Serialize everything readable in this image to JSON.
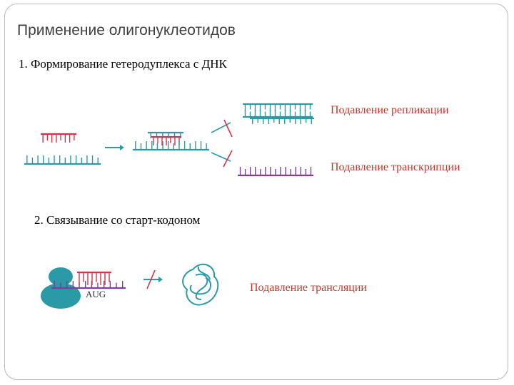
{
  "slide": {
    "title": "Применение олигонуклеотидов",
    "items": [
      "1.  Формирование гетеродуплекса с ДНК",
      "2.  Связывание со старт-кодоном"
    ]
  },
  "labels": {
    "replication": "Подавление репликации",
    "transcription": "Подавление транскрипции",
    "translation": "Подавление трансляции",
    "codon": "AUG"
  },
  "colors": {
    "dna": "#2a9aa6",
    "oligo": "#d6334a",
    "rna": "#7b3fa0",
    "ribosome": "#2a9aa6",
    "inhibit": "#d6334a",
    "text_red": "#c0392b"
  }
}
